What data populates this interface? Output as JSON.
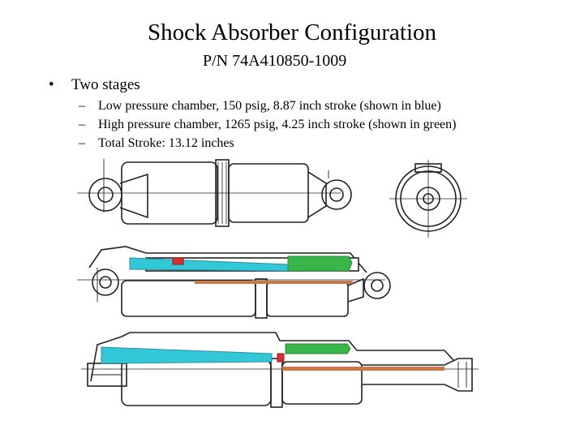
{
  "slide": {
    "title": "Shock Absorber Configuration",
    "subtitle": "P/N 74A410850-1009",
    "bullet": {
      "marker": "•",
      "text": "Two stages"
    },
    "sub_bullets": [
      {
        "marker": "–",
        "text": "Low pressure chamber, 150 psig, 8.87 inch stroke (shown in blue)"
      },
      {
        "marker": "–",
        "text": "High pressure chamber, 1265 psig, 4.25 inch stroke (shown in green)"
      },
      {
        "marker": "–",
        "text": "Total Stroke: 13.12 inches"
      }
    ]
  },
  "colors": {
    "low_pressure_chamber": "#33c8d8",
    "high_pressure_chamber": "#3ab54a",
    "rod": "#c8784a",
    "marker_red": "#d83030"
  }
}
